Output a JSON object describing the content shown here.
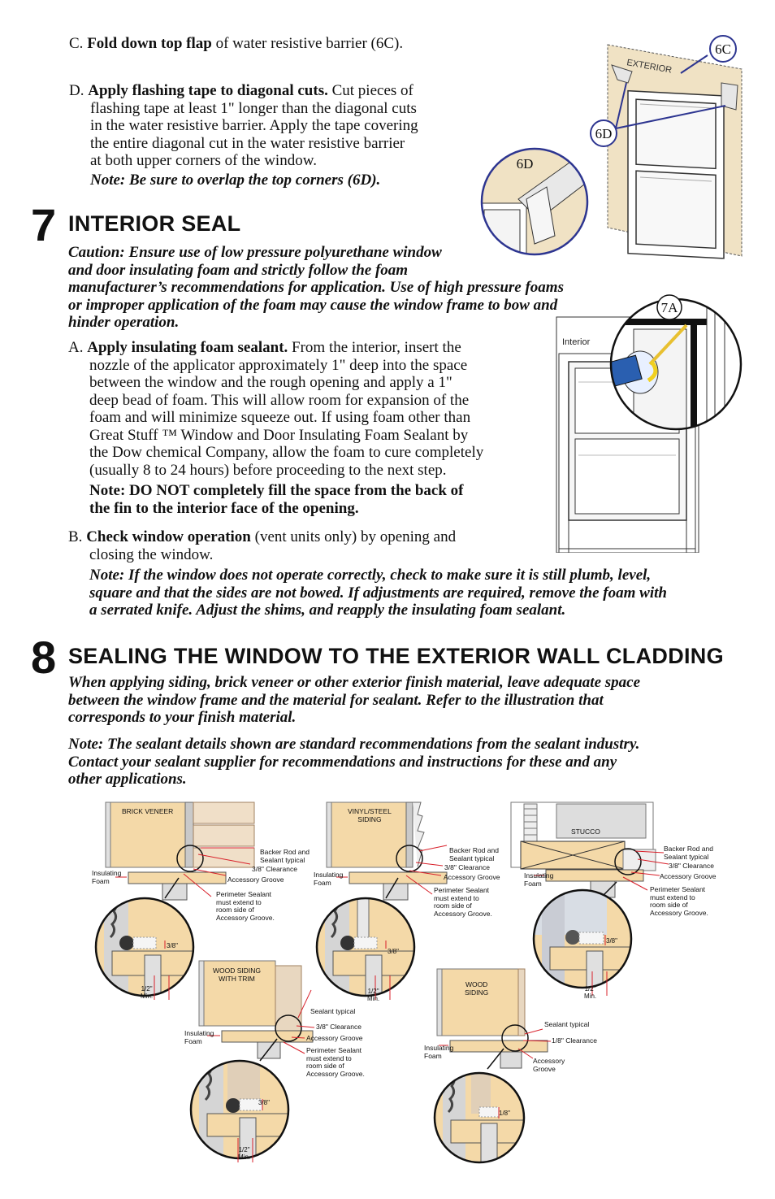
{
  "stepC": {
    "letter": "C.",
    "bold": "Fold down top flap",
    "rest": " of water resistive barrier (6C)."
  },
  "stepD": {
    "letter": "D.",
    "bold": "Apply flashing tape to diagonal cuts.",
    "lines": [
      " Cut pieces of",
      "flashing tape at least 1\" longer than the diagonal cuts",
      "in the water resistive barrier. Apply the tape covering",
      "the entire diagonal cut in the water resistive barrier",
      "at both upper corners of the window."
    ],
    "note": "Note: Be sure to overlap the top corners (6D)."
  },
  "fig6": {
    "exterior": "EXTERIOR",
    "callout_6c": "6C",
    "callout_6d_a": "6D",
    "callout_6d_b": "6D"
  },
  "section7": {
    "number": "7",
    "title": "INTERIOR SEAL",
    "caution_lines": [
      "Caution: Ensure use of low pressure polyurethane window",
      "and door insulating foam and strictly follow the foam",
      "manufacturer’s recommendations for application. Use of high pressure foams",
      "or improper application of the foam may cause the window frame to bow and",
      "hinder operation."
    ],
    "a_letter": "A.",
    "a_bold": "Apply insulating foam sealant.",
    "a_lines": [
      " From the interior, insert the",
      "nozzle of the applicator approximately 1\" deep into the space",
      "between the window and the rough opening and apply a 1\"",
      "deep bead of foam. This will allow room for expansion of the",
      "foam and will minimize squeeze out. If using foam other than",
      "Great Stuff ™ Window and Door Insulating Foam Sealant by",
      "the Dow chemical Company, allow the foam to cure completely",
      "(usually 8 to 24 hours) before proceeding to the next step."
    ],
    "a_note_lines": [
      "Note: DO NOT completely fill the space from the back of",
      "the fin to the interior face of the opening."
    ],
    "b_letter": "B.",
    "b_bold": "Check window operation",
    "b_lines": [
      " (vent units only) by opening and",
      "closing the window."
    ],
    "b_note_lines": [
      "Note: If the window does not operate correctly, check to make sure it is still plumb, level,",
      "square and that the sides are not bowed. If adjustments are required, remove the foam with",
      "a serrated knife. Adjust the shims, and reapply the insulating foam sealant."
    ],
    "fig_interior": "Interior",
    "fig_callout": "7A"
  },
  "section8": {
    "number": "8",
    "title": "SEALING THE WINDOW TO THE EXTERIOR WALL CLADDING",
    "intro_lines": [
      "When applying siding, brick veneer or other exterior finish material, leave adequate space",
      "between the window frame and the material for sealant. Refer to the illustration that",
      "corresponds to your finish material."
    ],
    "note_lines": [
      "Note: The sealant details shown are standard recommendations from the sealant industry.",
      "Contact your sealant supplier for recommendations and instructions for these and any",
      "other applications."
    ]
  },
  "details": {
    "brick": {
      "title": "BRICK VENEER",
      "backer": [
        "Backer Rod and",
        "Sealant typical"
      ],
      "clearance": "3/8\" Clearance",
      "groove": "Accessory Groove",
      "foam": [
        "Insulating",
        "Foam"
      ],
      "perimeter": [
        "Perimeter Sealant",
        "must extend to",
        "room side of",
        "Accessory Groove."
      ],
      "dim1": "3/8\"",
      "dim2": [
        "1/2\"",
        "Min."
      ]
    },
    "vinyl": {
      "title": [
        "VINYL/STEEL",
        "SIDING"
      ],
      "backer": [
        "Backer Rod and",
        "Sealant typical"
      ],
      "clearance": "3/8\" Clearance",
      "groove": "Accessory Groove",
      "foam": [
        "Insulating",
        "Foam"
      ],
      "perimeter": [
        "Perimeter Sealant",
        "must extend to",
        "room side of",
        "Accessory Groove."
      ],
      "dim1": "3/8\"",
      "dim2": [
        "1/2\"",
        "Min."
      ]
    },
    "stucco": {
      "title": "STUCCO",
      "backer": [
        "Backer Rod and",
        "Sealant typical"
      ],
      "clearance": "3/8\" Clearance",
      "groove": "Accessory Groove",
      "foam": [
        "Insulating",
        "Foam"
      ],
      "perimeter": [
        "Perimeter Sealant",
        "must extend to",
        "room side of",
        "Accessory Groove."
      ],
      "dim1": "3/8\"",
      "dim2": [
        "1/2\"",
        "Min."
      ]
    },
    "woodtrim": {
      "title": [
        "WOOD SIDING",
        "WITH TRIM"
      ],
      "sealant": "Sealant typical",
      "clearance": "3/8\" Clearance",
      "groove": "Accessory Groove",
      "foam": [
        "Insulating",
        "Foam"
      ],
      "perimeter": [
        "Perimeter Sealant",
        "must extend to",
        "room side of",
        "Accessory Groove."
      ],
      "dim1": "3/8\"",
      "dim2": [
        "1/2\"",
        "Min."
      ]
    },
    "wood": {
      "title": [
        "WOOD",
        "SIDING"
      ],
      "sealant": "Sealant typical",
      "clearance": "1/8\" Clearance",
      "groove": [
        "Accessory",
        "Groove"
      ],
      "foam": [
        "Insulating",
        "Foam"
      ],
      "dim1": "1/8\""
    }
  },
  "colors": {
    "red": "#d8202a",
    "blue": "#2d3590",
    "wood": "#f4d9a8",
    "sheath": "#f1e4c9"
  }
}
